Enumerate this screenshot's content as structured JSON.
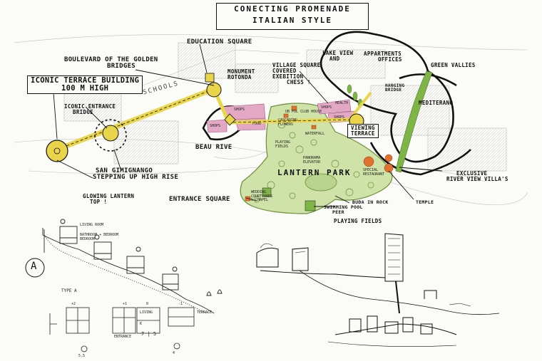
{
  "title": {
    "line1": "CONECTING PROMENADE",
    "line2": "ITALIAN STYLE"
  },
  "labels": {
    "iconic_terrace": [
      "ICONIC TERRACE BUILDING",
      "100 M HIGH"
    ],
    "iconic_entrance": [
      "ICONIC ENTRANCE",
      "BRIDGE"
    ],
    "boulevard": [
      "BOULEVARD OF THE GOLDEN",
      "BRIDGES"
    ],
    "education": "EDUCATION SQUARE",
    "monument": [
      "MONUMENT",
      "ROTONDA"
    ],
    "village_square": [
      "VILLAGE SQUARE",
      "COVERED",
      "EXEBITION",
      "CHESS !"
    ],
    "lake_view": [
      "LAKE VIEW",
      "AND"
    ],
    "appartments": [
      "APPARTMENTS",
      "OFFICES"
    ],
    "green_valleys": "GREEN VALLIES",
    "hanging_bridge": [
      "HANGING",
      "BRIDGE"
    ],
    "mediterano": "MEDITERANO",
    "schools": "SCHOOLS",
    "beau_rive": "BEAU RIVE",
    "viewing_terrace": [
      "VIEWING",
      "TERRACE"
    ],
    "lantern_park": "LANTERN PARK",
    "san_gimignano": [
      "SAN GIMIGNANGO",
      "STEPPING UP HIGH RISE"
    ],
    "glowing_lantern": [
      "GLOWING LANTERN",
      "TOP !"
    ],
    "entrance_square": "ENTRANCE SQUARE",
    "exclusive": [
      "EXCLUSIVE",
      "RIVER VIEW VILLA'S"
    ],
    "temple": "TEMPLE",
    "buda": "BUDA IN ROCK",
    "swimming": [
      "SWIMMING POOL",
      "PEER"
    ],
    "playing_fields": "PLAYING FIELDS",
    "wedding": [
      "WEDDING",
      "COURTYARDS",
      "& CHAPEL"
    ],
    "special_restaurant": [
      "SPECIAL",
      "RESTAURANT"
    ]
  },
  "small_labels": {
    "shops1": "SHOPS",
    "shops2": "SHOPS",
    "shops3": "SHOPS",
    "shops4": "SHOPS",
    "food": "FOOD",
    "health": "HEALTH",
    "club": "UB POL CLUB HOUSE",
    "cascading": [
      "CASCADING",
      "FLOWERS"
    ],
    "waterfall": "WATERFALL",
    "playing_fields_small": [
      "PLAYING",
      "FIELDS"
    ],
    "panorama": [
      "PANORAMA",
      "ELEVATOR"
    ]
  },
  "section": {
    "type_marker": "A",
    "type_label": "TYPE A",
    "living_room": "LIVING ROOM",
    "bedroom": [
      "BATHROOM + BEDROOM",
      "BEDROOM"
    ],
    "section_labels": [
      "+2",
      "+1",
      "0",
      "-1"
    ],
    "plan_labels": {
      "living": "LIVING",
      "terrace": "TERRACE",
      "k": "K",
      "entrance": "ENTRANCE"
    },
    "stair": "7 | 5",
    "dims": [
      "5.5",
      "4"
    ]
  },
  "colors": {
    "park": "#cfe2a7",
    "park_edge": "#6b8f3a",
    "gold": "#e8d54a",
    "pink": "#e2a8c4",
    "orange": "#e0722e",
    "green_strip": "#7fb547",
    "ink": "#111111"
  }
}
